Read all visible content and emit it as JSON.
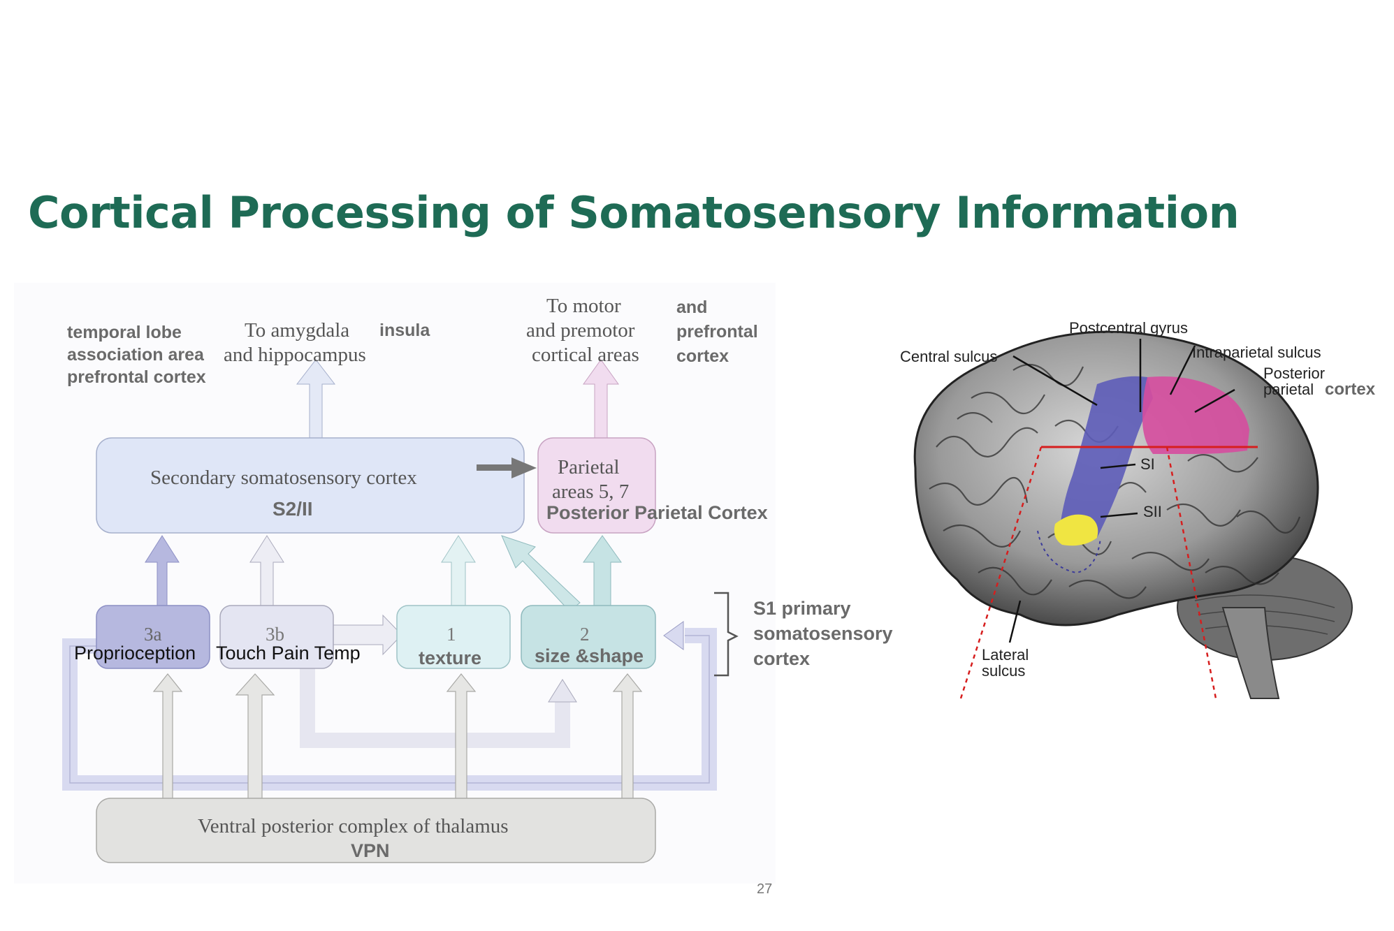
{
  "title": "Cortical Processing of Somatosensory Information",
  "page_number": "27",
  "flow": {
    "top_left_note": [
      "temporal lobe",
      "association area",
      "prefrontal cortex"
    ],
    "amygdala_line1": "To amygdala",
    "amygdala_line2": "and hippocampus",
    "insula": "insula",
    "motor_line1": "To motor",
    "motor_line2": "and premotor",
    "motor_line3": "cortical areas",
    "prefrontal_note": [
      "and",
      "prefrontal",
      "cortex"
    ],
    "secondary_box": "Secondary somatosensory cortex",
    "secondary_abbrev": "S2/II",
    "parietal_line1": "Parietal",
    "parietal_line2": "areas 5, 7",
    "posterior_parietal": "Posterior Parietal Cortex",
    "area_3a": "3a",
    "area_3b": "3b",
    "area_1": "1",
    "area_2": "2",
    "proprioception": "Proprioception",
    "touch_pain_temp": "Touch Pain Temp",
    "texture": "texture",
    "size_shape": "size &shape",
    "s1_note": [
      "S1 primary",
      "somatosensory",
      "cortex"
    ],
    "thalamus_box": "Ventral posterior complex of thalamus",
    "thalamus_abbrev": "VPN"
  },
  "brain": {
    "postcentral_gyrus": "Postcentral gyrus",
    "central_sulcus": "Central sulcus",
    "intraparietal_sulcus": "Intraparietal sulcus",
    "posterior_parietal_line1": "Posterior",
    "posterior_parietal_line2": "parietal",
    "posterior_parietal_cortex": "cortex",
    "si": "SI",
    "sii": "SII",
    "lateral_sulcus_line1": "Lateral",
    "lateral_sulcus_line2": "sulcus"
  },
  "colors": {
    "title": "#1e6b55",
    "s2_box": "#dfe6f7",
    "parietal_box": "#f1dcef",
    "area_3a": "#b6b8df",
    "area_3b": "#e4e5f2",
    "area_1": "#def1f3",
    "area_2": "#c6e3e4",
    "thalamus_box": "#e2e2e0",
    "si_blue": "#5d5cb8",
    "ppc_pink": "#d64d9e",
    "sii_yellow": "#f0e542"
  }
}
